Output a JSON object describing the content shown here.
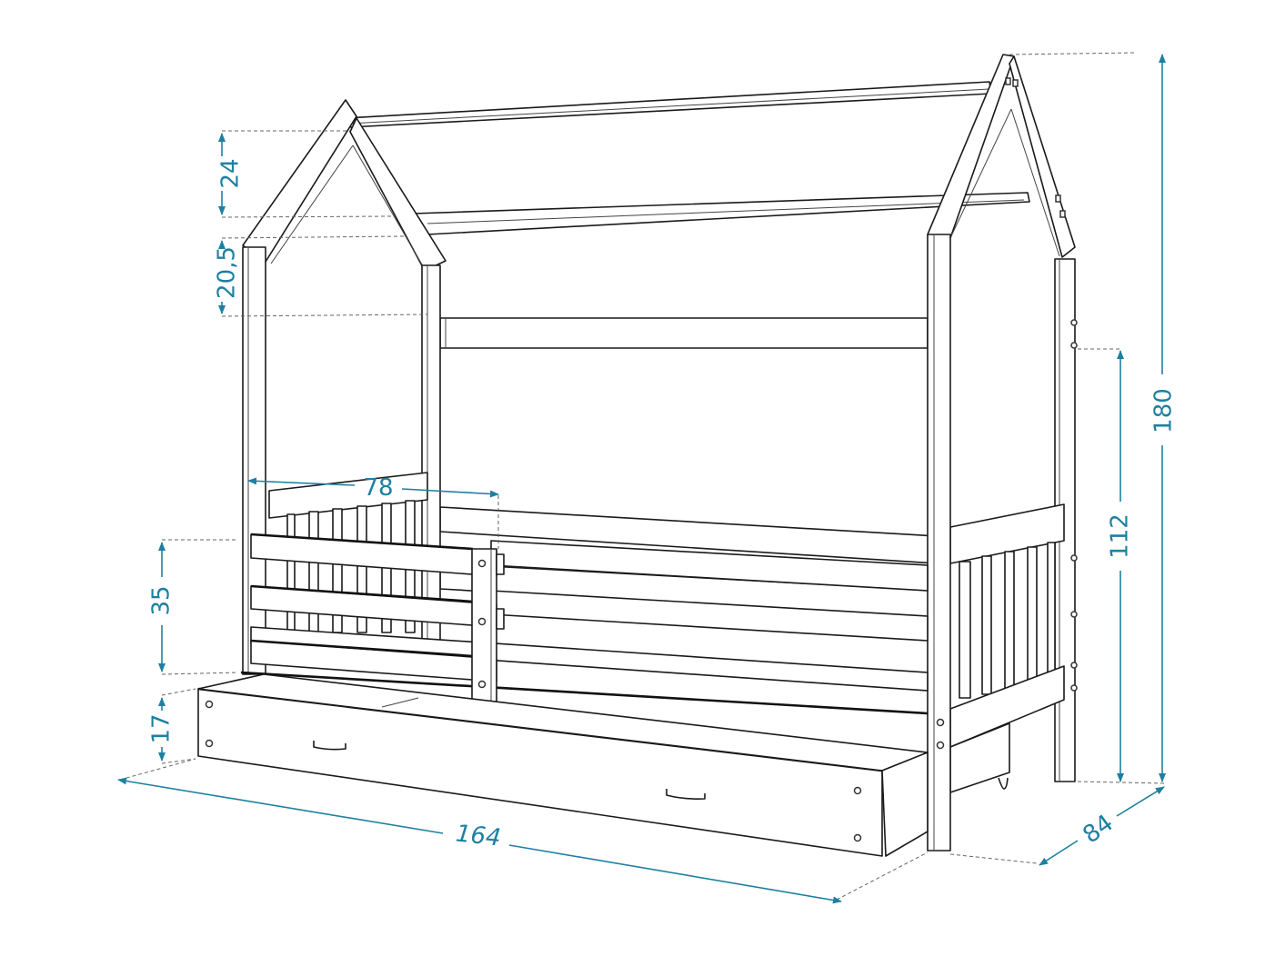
{
  "diagram": {
    "subject": "House-shaped children's bed with drawer and side barrier",
    "colors": {
      "dimension": "#1e80a0",
      "line": "#1a1a1a",
      "background": "#ffffff"
    },
    "dimensions": {
      "roof_peak_height": "24",
      "roof_lower_height": "20,5",
      "barrier_length": "78",
      "barrier_height": "35",
      "drawer_height": "17",
      "total_length": "164",
      "total_width": "84",
      "side_height": "112",
      "total_height": "180"
    }
  }
}
